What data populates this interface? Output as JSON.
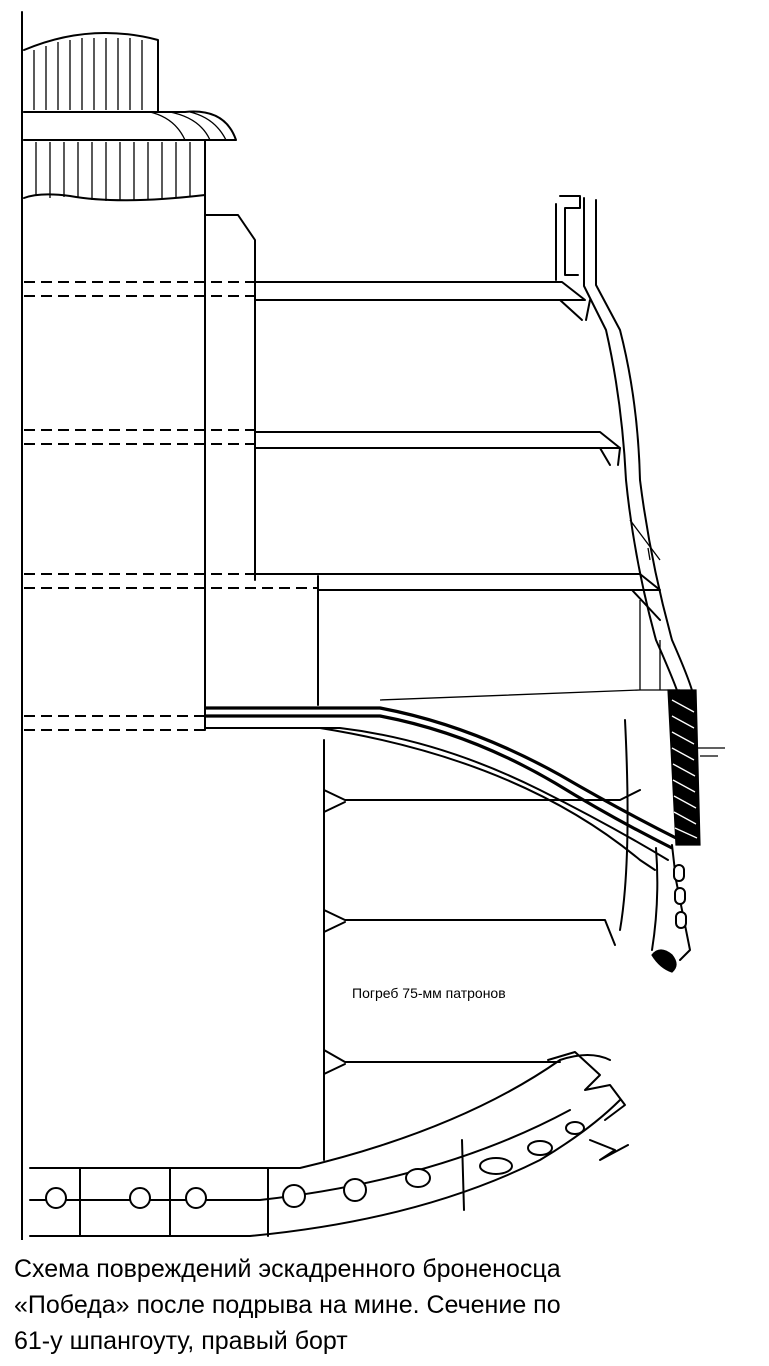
{
  "figure": {
    "labels": {
      "magazine": "Погреб 75-мм патронов"
    }
  },
  "caption": {
    "line1": "Схема повреждений эскадренного броненосца",
    "line2": "«Победа» после подрыва на мине. Сечение по",
    "line3": "61-у шпангоуту, правый борт"
  }
}
